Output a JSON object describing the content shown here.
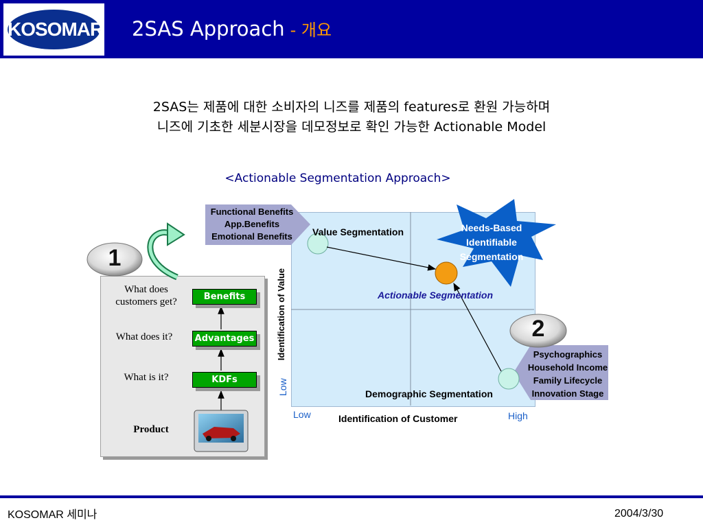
{
  "header": {
    "logo_text": "KOSOMAR",
    "title": "2SAS Approach",
    "title_suffix": "- 개요"
  },
  "intro": {
    "line1": "2SAS는 제품에 대한 소비자의 니즈를 제품의 features로 환원 가능하며",
    "line2": "니즈에 기초한 세분시장을 데모정보로 확인 가능한 Actionable Model"
  },
  "diagram": {
    "subtitle": "<Actionable Segmentation Approach>",
    "badges": [
      "1",
      "2"
    ],
    "benefits_box": [
      "Functional Benefits",
      "App.Benefits",
      "Emotional Benefits"
    ],
    "psycho_box": [
      "Psychographics",
      "Household Income",
      "Family Lifecycle",
      "Innovation Stage"
    ],
    "starburst": [
      "Needs-Based",
      "Identifiable",
      "Segmentation"
    ],
    "value_segmentation": "Value Segmentation",
    "actionable_segmentation": "Actionable Segmentation",
    "demographic_segmentation": "Demographic Segmentation",
    "y_axis_label": "Identification of Value",
    "y_axis_low": "Low",
    "x_axis_label": "Identification of Customer",
    "x_axis_low": "Low",
    "x_axis_high": "High",
    "ladder": {
      "q_get": [
        "What does",
        "customers get?"
      ],
      "q_does": "What does it?",
      "q_is": "What is it?",
      "product": "Product",
      "benefits": "Benefits",
      "advantages": "Advantages",
      "kdfs": "KDFs"
    }
  },
  "footer": {
    "left": "KOSOMAR 세미나",
    "right": "2004/3/30"
  },
  "colors": {
    "header_bg": "#0000a0",
    "accent_orange": "#ff9900",
    "tag_green": "#00a600",
    "star_blue": "#0a5fc8",
    "arrow_box": "#a4a6cf"
  }
}
